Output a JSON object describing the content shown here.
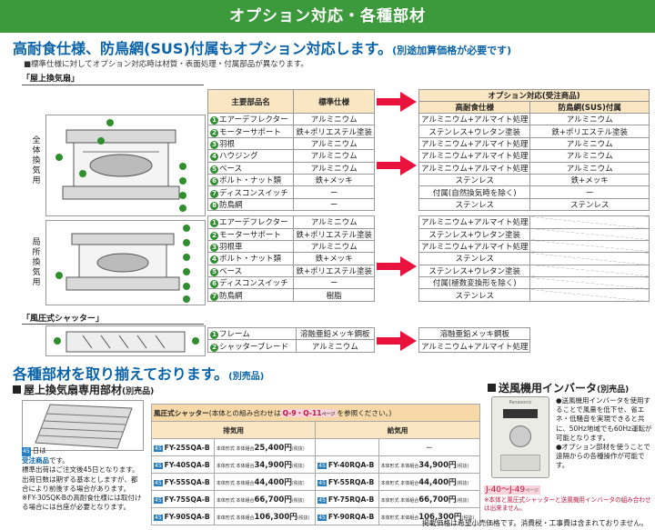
{
  "banner": "オプション対応・各種部材",
  "headline": {
    "main": "高耐食仕様、防鳥網(SUS)付属もオプション対応します。",
    "sub": "(別途加算価格が必要です)"
  },
  "note": "■標準仕様に対してオプション対応時は材質・表面処理・付属部品が異なります。",
  "roof_section": "「屋上換気扇」",
  "shutter_section": "「風圧式シャッター」",
  "labels": {
    "full": "全体換気用",
    "local": "局所換気用"
  },
  "headers": {
    "parts": "主要部品名",
    "standard": "標準仕様",
    "option": "オプション対応(受注商品)",
    "high": "高耐食仕様",
    "net": "防鳥網(SUS)付属"
  },
  "full_rows": [
    {
      "n": "1",
      "part": "エアーデフレクター",
      "std": "アルミニウム",
      "high": "アルミニウム+アルマイト処理",
      "net": "アルミニウム"
    },
    {
      "n": "2",
      "part": "モーターサポート",
      "std": "鉄+ポリエステル塗装",
      "high": "ステンレス+ウレタン塗装",
      "net": "鉄+ポリエステル塗装"
    },
    {
      "n": "3",
      "part": "羽根",
      "std": "アルミニウム",
      "high": "アルミニウム+アルマイト処理",
      "net": "アルミニウム"
    },
    {
      "n": "4",
      "part": "ハウジング",
      "std": "アルミニウム",
      "high": "アルミニウム+アルマイト処理",
      "net": "アルミニウム"
    },
    {
      "n": "5",
      "part": "ベース",
      "std": "アルミニウム",
      "high": "アルミニウム+アルマイト処理",
      "net": "アルミニウム"
    },
    {
      "n": "6",
      "part": "ボルト・ナット類",
      "std": "鉄+メッキ",
      "high": "ステンレス",
      "net": "鉄+メッキ"
    },
    {
      "n": "7",
      "part": "ディスコンスイッチ",
      "std": "ー",
      "high": "付属(自然換気時を除く)",
      "net": "ー"
    },
    {
      "n": "8",
      "part": "防鳥網",
      "std": "ー",
      "high": "ステンレス",
      "net": "ステンレス"
    }
  ],
  "local_rows": [
    {
      "n": "1",
      "part": "エアーデフレクター",
      "std": "アルミニウム",
      "high": "アルミニウム+アルマイト処理"
    },
    {
      "n": "2",
      "part": "モーターサポート",
      "std": "鉄+ポリエステル塗装",
      "high": "ステンレス+ウレタン塗装"
    },
    {
      "n": "3",
      "part": "羽根車",
      "std": "アルミニウム",
      "high": "アルミニウム+アルマイト処理"
    },
    {
      "n": "4",
      "part": "ボルト・ナット類",
      "std": "鉄+メッキ",
      "high": "ステンレス"
    },
    {
      "n": "5",
      "part": "ベース",
      "std": "鉄+ポリエステル塗装",
      "high": "ステンレス+ウレタン塗装"
    },
    {
      "n": "6",
      "part": "ディスコンスイッチ",
      "std": "ー",
      "high": "付属(極数変換形を除く)"
    },
    {
      "n": "7",
      "part": "防鳥網",
      "std": "樹脂",
      "high": "ステンレス"
    }
  ],
  "shutter_rows": [
    {
      "n": "1",
      "part": "フレーム",
      "std": "溶融亜鉛メッキ鋼板",
      "high": "溶融亜鉛メッキ鋼板"
    },
    {
      "n": "2",
      "part": "シャッターブレード",
      "std": "アルミニウム",
      "high": "アルミニウム+アルマイト処理"
    }
  ],
  "section2": {
    "title": "各種部材を取り揃えております。",
    "sub": "(別売品)"
  },
  "roof_parts": {
    "title": "屋上換気扇専用部材",
    "sub": "(別売品)"
  },
  "product": {
    "title": "風圧式シャッター",
    "title_note": "(本体との組み合わせは",
    "ref": "Q-9・Q-11",
    "ref_tail": "ページ",
    "title_tail": "を参照ください。)",
    "exhaust": "排気用",
    "supply": "給気用",
    "tag": "45",
    "spec_note": "本体形式 本体組合",
    "tax": "(税抜)",
    "rows": [
      {
        "ex_model": "FY-25SQA-B",
        "ex_price": "25,400円",
        "sup_model": "",
        "sup_price": "ー"
      },
      {
        "ex_model": "FY-40SQA-B",
        "ex_price": "34,900円",
        "sup_model": "FY-40RQA-B",
        "sup_price": "34,900円"
      },
      {
        "ex_model": "FY-55SQA-B",
        "ex_price": "44,400円",
        "sup_model": "FY-55RQA-B",
        "sup_price": "44,400円"
      },
      {
        "ex_model": "FY-75SQA-B",
        "ex_price": "66,700円",
        "sup_model": "FY-75RQA-B",
        "sup_price": "66,700円"
      },
      {
        "ex_model": "FY-90SQA-B",
        "ex_price": "106,300円",
        "sup_model": "FY-90RQA-B",
        "sup_price": "106,300円"
      }
    ]
  },
  "stock": {
    "badge": "45",
    "badge_tail": "日は",
    "made": "受注商品",
    "made_tail": "です。",
    "text": "標準出荷はご注文後45日となります。出荷日数は期ずる基本としますが、都合により前後する場合があります。",
    "note": "※FY-30SQK-Bの高耐食仕様には取付ける場合には台座が必要となります。"
  },
  "inverter": {
    "title": "送風機用インバータ",
    "sub": "(別売品)",
    "brand": "Panasonic",
    "bullets": [
      "●送風機用インバータを使用することで風量を低下せ、省エネ・低騒音を実現できると共に、50Hz地域でも60Hz運転が可能となります。",
      "●オプション部材を使うことで遠隔からの各種操作が可能です。"
    ],
    "ref": "J-40〜J-49",
    "ref_tail": "ページ",
    "note": "※本体と風圧式シャッターと送風機用インバータの組み合わせは出来ません。"
  },
  "footer": "掲載価格は希望小売価格です。消費税・工事費は含まれておりません。",
  "colors": {
    "green": "#3c9a3c",
    "blue": "#0a63a8",
    "red": "#e8123d",
    "peach": "#fbe6c4"
  }
}
